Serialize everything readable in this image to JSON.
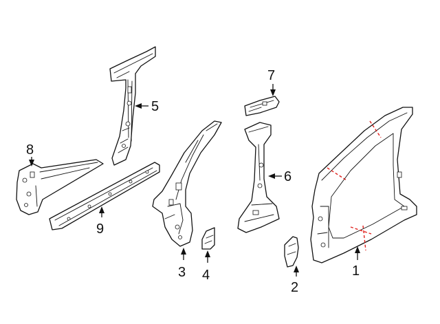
{
  "diagram": {
    "colors": {
      "line": "#111111",
      "cut_marks": "#e0201c",
      "background": "#ffffff"
    },
    "callouts": [
      "1",
      "2",
      "3",
      "4",
      "5",
      "6",
      "7",
      "8",
      "9"
    ]
  }
}
